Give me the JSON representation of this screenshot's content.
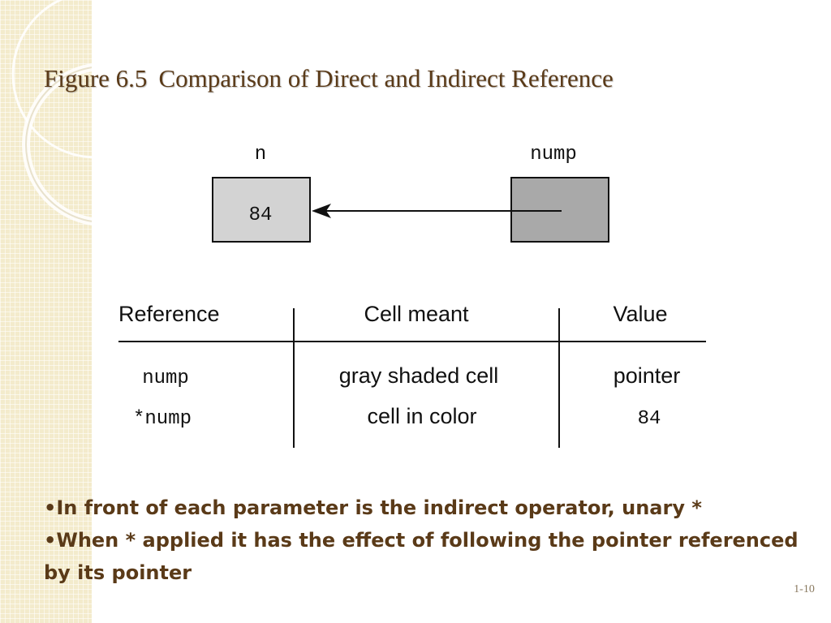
{
  "slide": {
    "title_figure": "Figure 6.5",
    "title_text": "Comparison of Direct and Indirect Reference",
    "slide_number": "1-10",
    "colors": {
      "title": "#5a3a18",
      "sidebar": "#f3ebcc",
      "cell_n": "#d3d3d3",
      "cell_nump": "#a9a9a9"
    }
  },
  "diagram": {
    "cell_n": {
      "label": "n",
      "value": "84"
    },
    "cell_nump": {
      "label": "nump"
    },
    "arrow": "nump points to n"
  },
  "table": {
    "headers": [
      "Reference",
      "Cell meant",
      "Value"
    ],
    "rows": [
      [
        "nump",
        "gray shaded cell",
        "pointer"
      ],
      [
        "*nump",
        "cell in color",
        "84"
      ]
    ]
  },
  "bullets": [
    "In front of each parameter is the indirect operator, unary *",
    "When * applied it has the effect of following the pointer referenced by its pointer"
  ]
}
